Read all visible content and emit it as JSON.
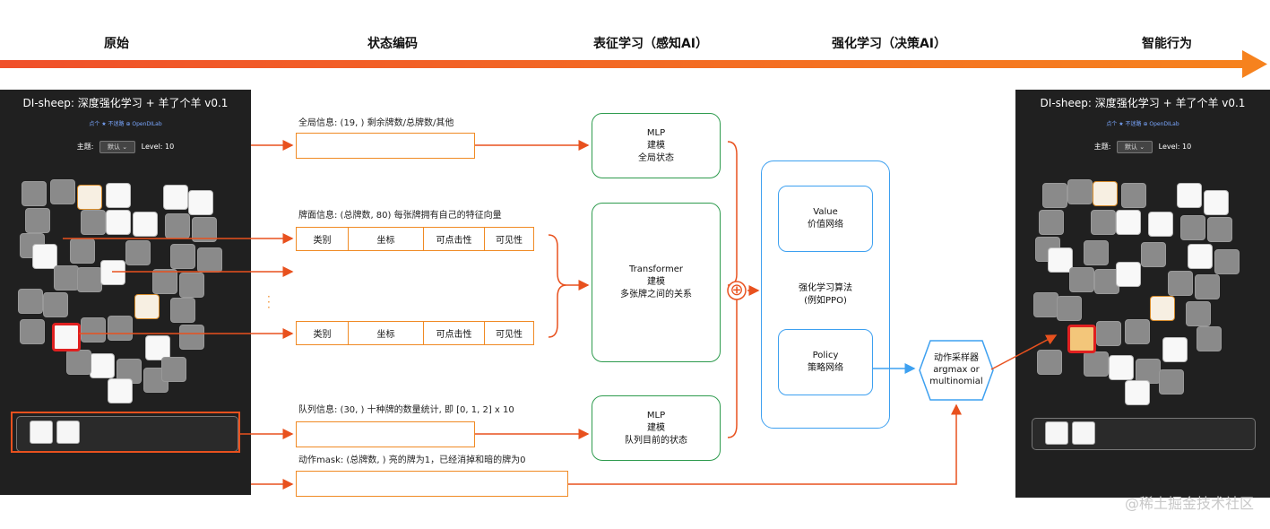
{
  "stages": [
    "原始",
    "状态编码",
    "表征学习（感知AI）",
    "强化学习（决策AI）",
    "智能行为"
  ],
  "left_panel": {
    "title": "DI-sheep: 深度强化学习 + 羊了个羊 v0.1",
    "links": "点个 ★ 不迷路 ⊕ OpenDILab",
    "theme_label": "主题:",
    "theme_value": "默认 ⌄",
    "level": "Level: 10"
  },
  "right_panel": {
    "title": "DI-sheep: 深度强化学习 + 羊了个羊 v0.1",
    "links": "点个 ★ 不迷路 ⊕ OpenDILab",
    "theme_label": "主题:",
    "theme_value": "默认 ⌄",
    "level": "Level: 10"
  },
  "encoding": {
    "global_info": "全局信息: (19, ) 剩余牌数/总牌数/其他",
    "card_info": "牌面信息: (总牌数, 80) 每张牌拥有自己的特征向量",
    "card_fields": [
      "类别",
      "坐标",
      "可点击性",
      "可见性"
    ],
    "queue_info": "队列信息: (30, ) 十种牌的数量统计, 即 [0, 1, 2] x 10",
    "mask_info": "动作mask: (总牌数, ) 亮的牌为1，已经消掉和暗的牌为0"
  },
  "representation": {
    "mlp_global": [
      "MLP",
      "建模",
      "全局状态"
    ],
    "transformer": [
      "Transformer",
      "建模",
      "多张牌之间的关系"
    ],
    "mlp_queue": [
      "MLP",
      "建模",
      "队列目前的状态"
    ],
    "concat_symbol": "⊕"
  },
  "rl": {
    "value": [
      "Value",
      "价值网络"
    ],
    "algorithm": [
      "强化学习算法",
      "(例如PPO)"
    ],
    "policy": [
      "Policy",
      "策略网络"
    ],
    "sampler": [
      "动作采样器",
      "argmax or",
      "multinomial"
    ]
  },
  "watermark": "@稀土掘金技术社区",
  "colors": {
    "arrow": "#e8511e",
    "arrow_banner": "#f5651d",
    "encode_border": "#f08a24",
    "repr_border": "#2e9b4e",
    "rl_border": "#3da0f0",
    "panel_bg": "#202020",
    "highlight": "#e02020"
  }
}
